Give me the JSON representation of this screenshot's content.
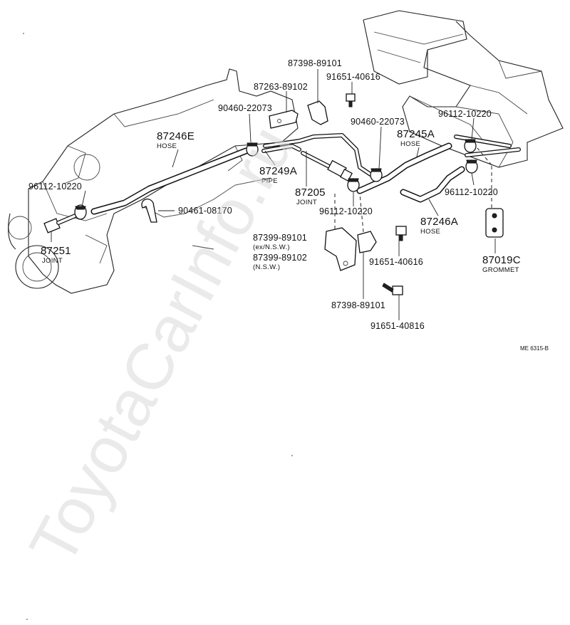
{
  "watermark": "ToyotaCarInfo.ru",
  "drawing_code": "ME 6315-B",
  "parts": {
    "p87398_top": "87398-89101",
    "p91651_top": "91651-40616",
    "p87263": "87263-89102",
    "p90460_left": "90460-22073",
    "p90460_right": "90460-22073",
    "p87246E": "87246E",
    "p87246E_sub": "HOSE",
    "p87245A": "87245A",
    "p87245A_sub": "HOSE",
    "p96112_tr": "96112-10220",
    "p96112_left": "96112-10220",
    "p87249A": "87249A",
    "p87249A_sub": "PIPE",
    "p87205": "87205",
    "p87205_sub": "JOINT",
    "p96112_mid": "96112-10220",
    "p96112_right": "96112-10220",
    "p87246A": "87246A",
    "p87246A_sub": "HOSE",
    "p90461": "90461-08170",
    "p87251": "87251",
    "p87251_sub": "JOINT",
    "p87399_a": "87399-89101",
    "p87399_a_note": "(ex/N.S.W.)",
    "p87399_b": "87399-89102",
    "p87399_b_note": "(N.S.W.)",
    "p91651_mid": "91651-40616",
    "p87019C": "87019C",
    "p87019C_sub": "GROMMET",
    "p87398_bottom": "87398-89101",
    "p91651_bottom": "91651-40816"
  }
}
